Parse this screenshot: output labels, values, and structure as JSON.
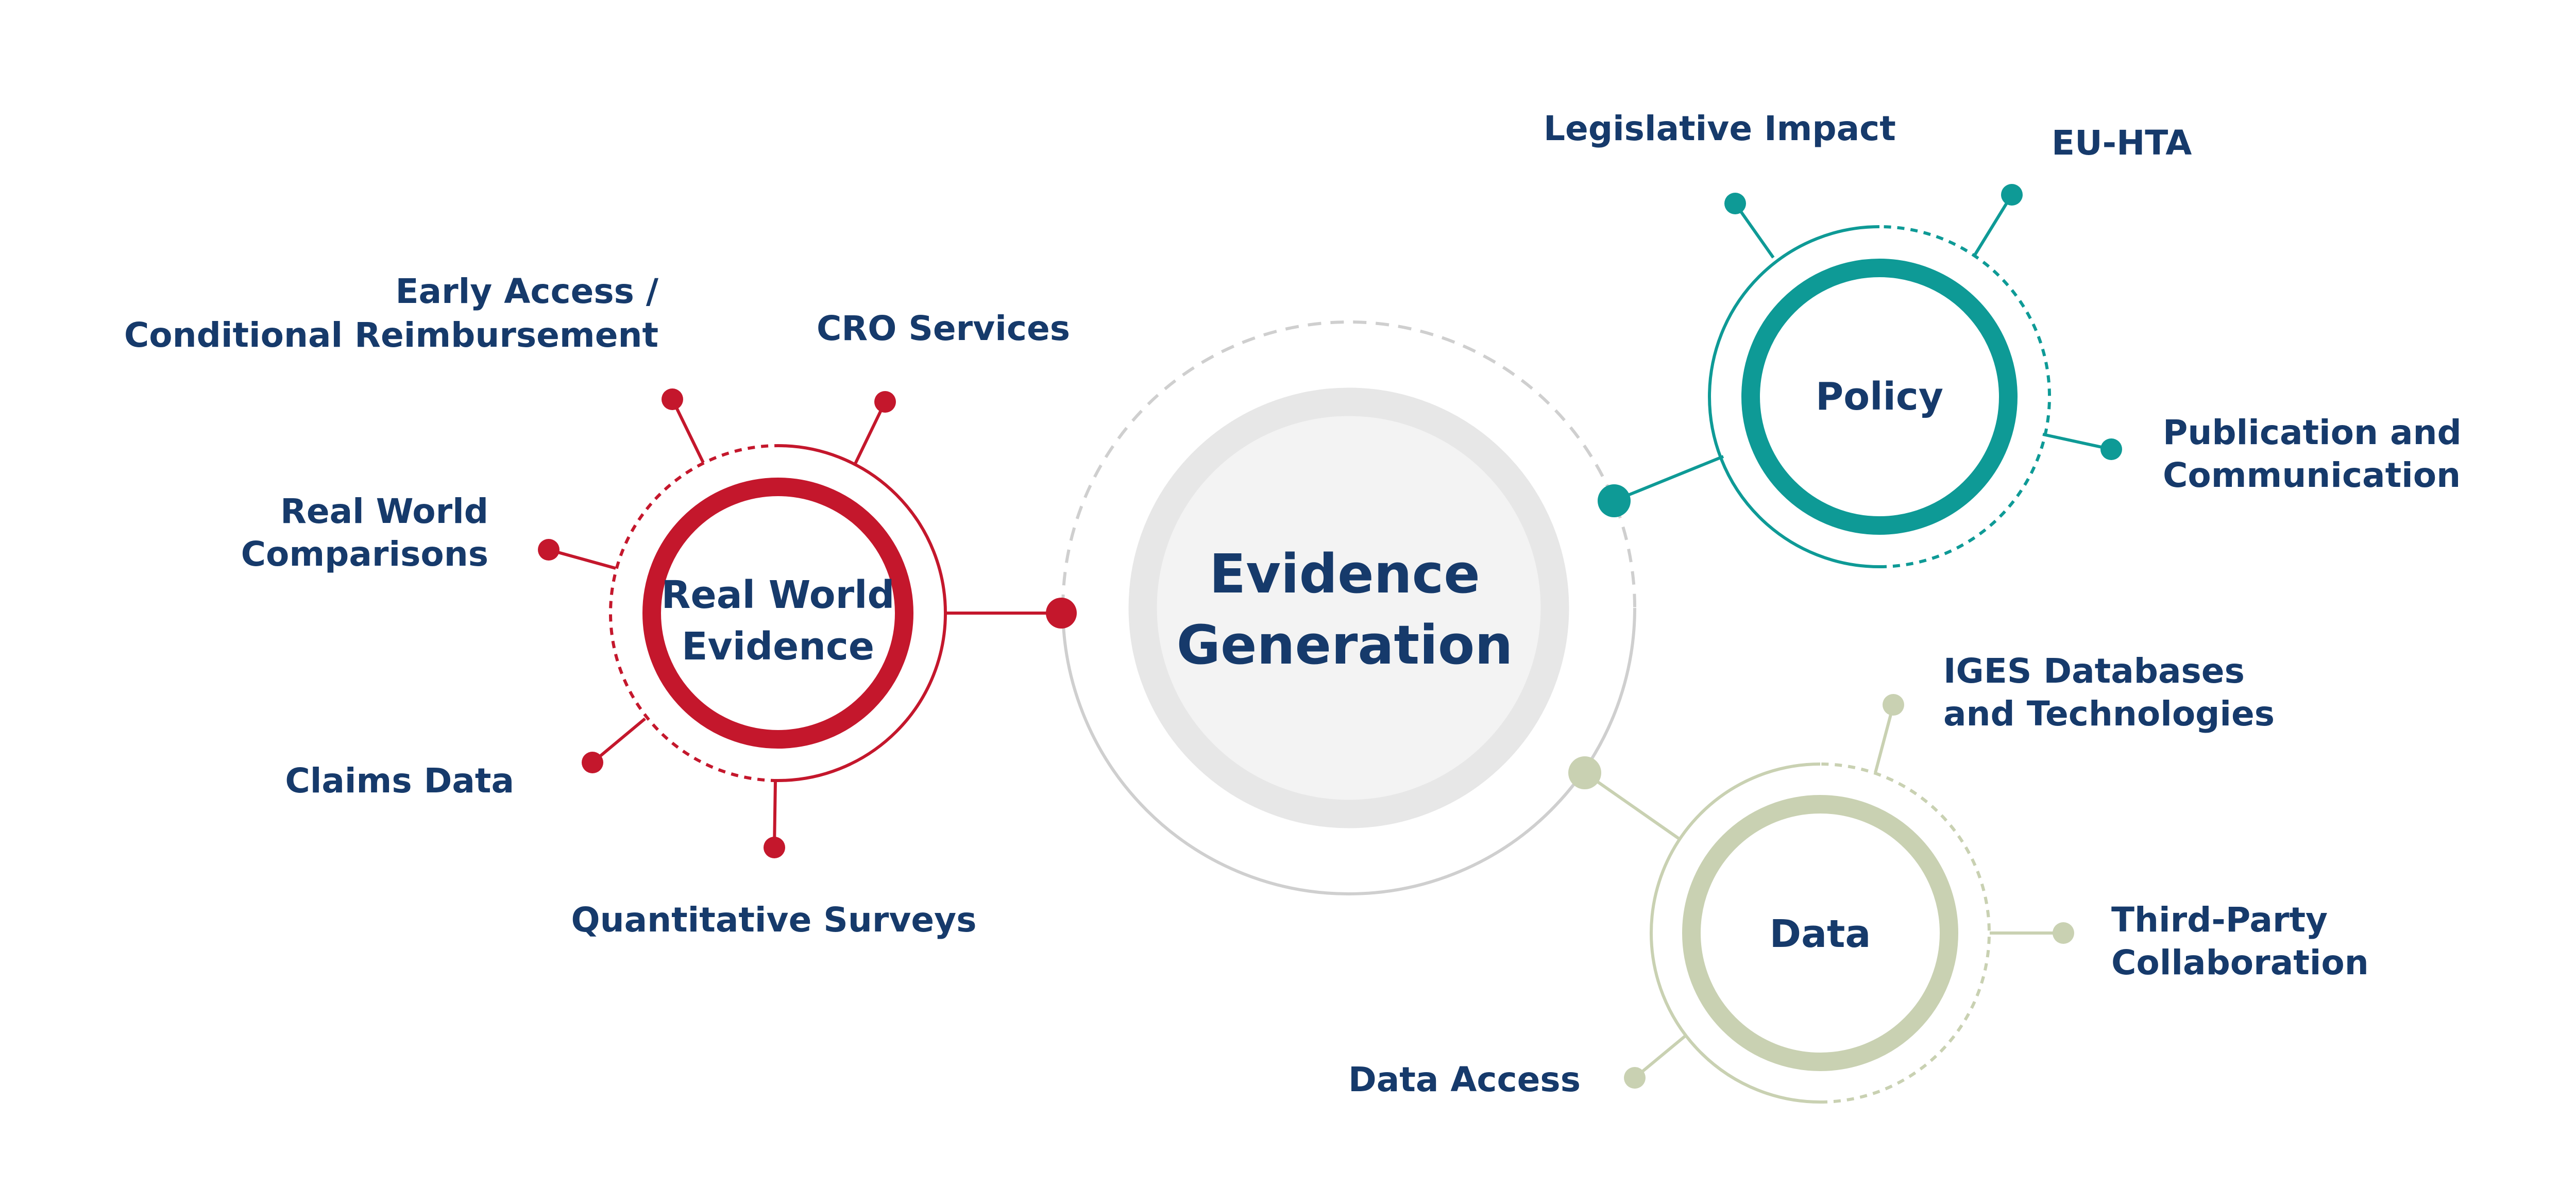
{
  "colors": {
    "text": "#163a6b",
    "red": "#c4172c",
    "teal": "#0e9a96",
    "sage": "#c9d1b2",
    "gray": "#cfcfcf",
    "center_fill": "#f2f2f2"
  },
  "center": {
    "line1": "Evidence",
    "line2": "Generation"
  },
  "real_world_evidence": {
    "line1": "Real World",
    "line2": "Evidence",
    "items": {
      "early_access_l1": "Early Access /",
      "early_access_l2": "Conditional Reimbursement",
      "cro": "CRO Services",
      "comparisons_l1": "Real World",
      "comparisons_l2": "Comparisons",
      "claims": "Claims Data",
      "surveys": "Quantitative Surveys"
    }
  },
  "policy": {
    "title": "Policy",
    "items": {
      "legislative": "Legislative Impact",
      "euhta": "EU-HTA",
      "publication_l1": "Publication and",
      "publication_l2": "Communication"
    }
  },
  "data": {
    "title": "Data",
    "items": {
      "iges_l1": "IGES Databases",
      "iges_l2": "and Technologies",
      "third_party_l1": "Third-Party",
      "third_party_l2": "Collaboration",
      "access": "Data Access"
    }
  }
}
